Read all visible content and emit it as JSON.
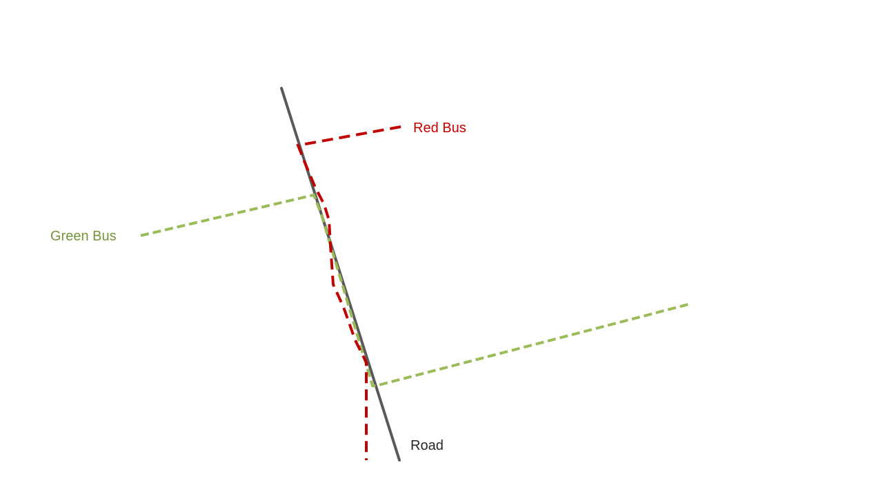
{
  "labels": {
    "red_bus": "Red Bus",
    "green_bus": "Green Bus",
    "road": "Road"
  },
  "colors": {
    "road": "#595959",
    "red_bus": "#c00000",
    "green_bus": "#9bbb59",
    "green_label": "#76923c",
    "road_label": "#262626",
    "background": "#ffffff"
  }
}
